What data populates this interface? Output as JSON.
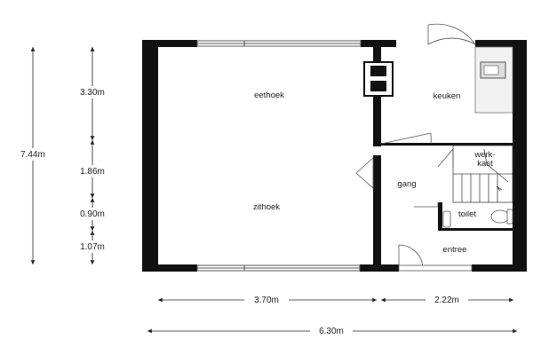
{
  "rooms": {
    "eethoek": "eethoek",
    "zithoek": "zithoek",
    "keuken": "keuken",
    "gang": "gang",
    "werkkast_line1": "werk-",
    "werkkast_line2": "kast",
    "toilet": "toilet",
    "entree": "entree"
  },
  "dimensions": {
    "vertical_total": "7.44m",
    "vertical_segments": [
      "3.30m",
      "1.86m",
      "0.90m",
      "1.07m"
    ],
    "horizontal_segments": [
      "3.70m",
      "2.22m"
    ],
    "horizontal_total": "6.30m"
  },
  "colors": {
    "wall": "#111111",
    "line": "#444444",
    "text": "#222222",
    "window_frame": "#555555",
    "counter": "#f2f2f2"
  }
}
